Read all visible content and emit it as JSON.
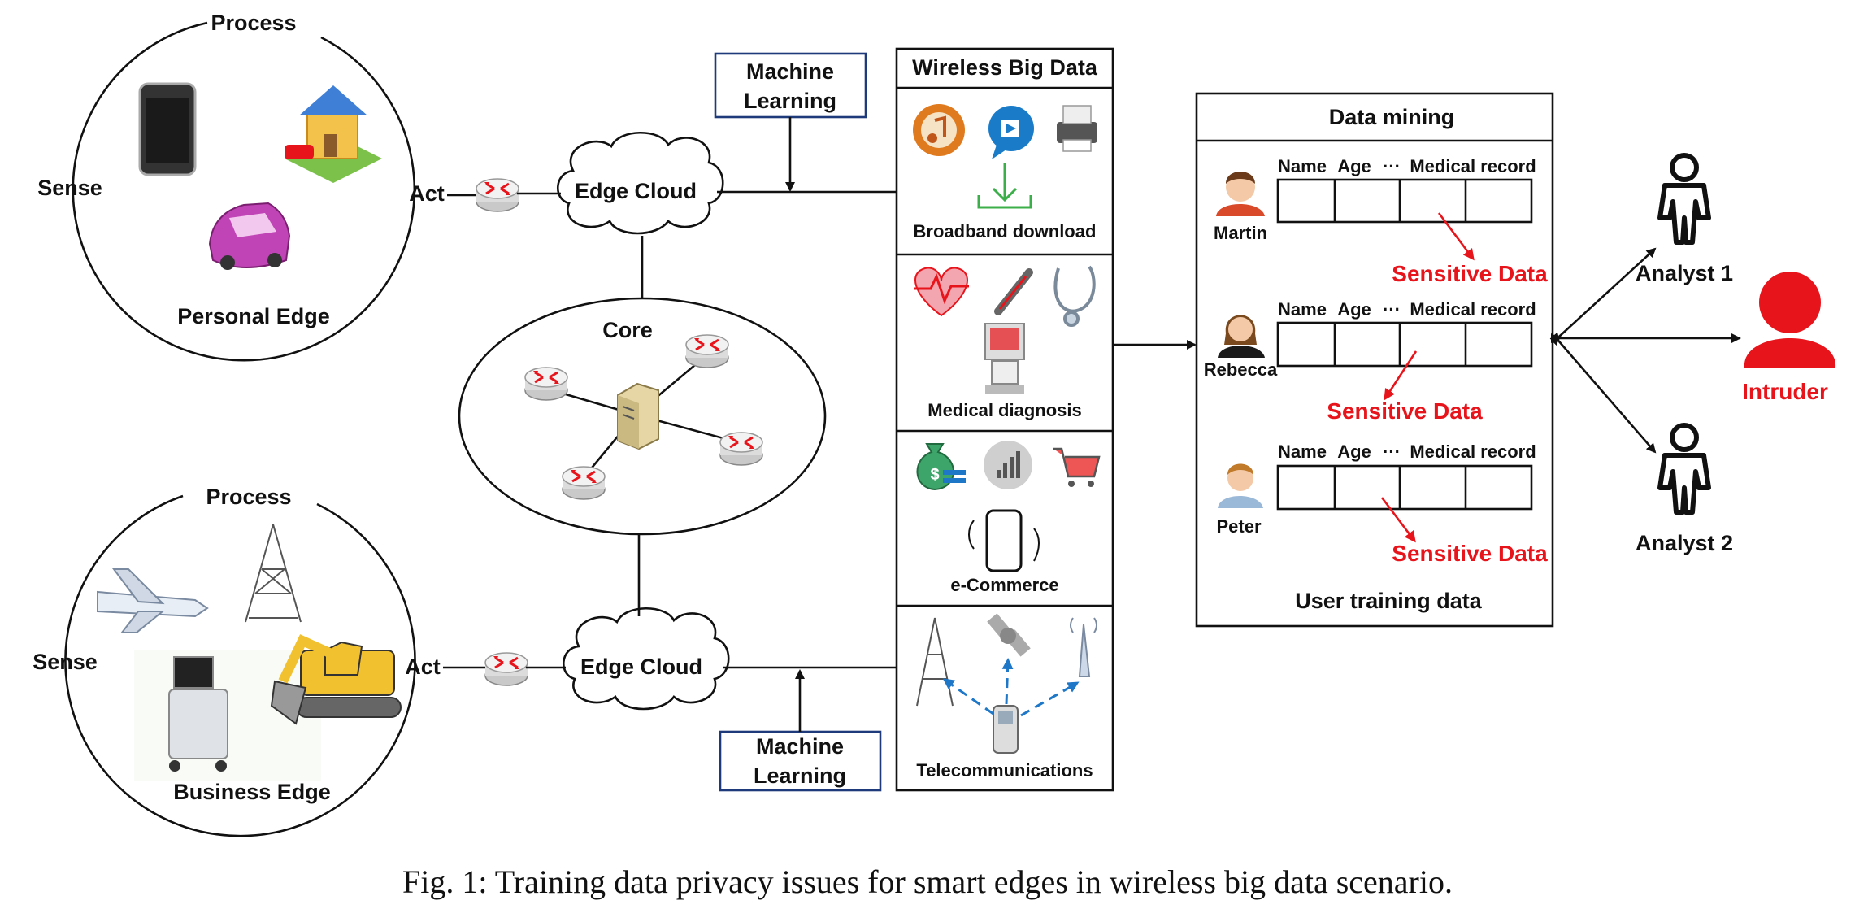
{
  "personal_edge": {
    "process": "Process",
    "sense": "Sense",
    "act": "Act",
    "name": "Personal Edge"
  },
  "business_edge": {
    "process": "Process",
    "sense": "Sense",
    "act": "Act",
    "name": "Business Edge"
  },
  "edge_cloud_top": "Edge Cloud",
  "edge_cloud_bottom": "Edge Cloud",
  "core": "Core",
  "ml_top": [
    "Machine",
    "Learning"
  ],
  "ml_bottom": [
    "Machine",
    "Learning"
  ],
  "wireless": {
    "title": "Wireless Big Data",
    "sections": [
      "Broadband download",
      "Medical diagnosis",
      "e-Commerce",
      "Telecommunications"
    ]
  },
  "mining": {
    "title": "Data mining",
    "columns": [
      "Name",
      "Age",
      "···",
      "Medical record"
    ],
    "users": [
      "Martin",
      "Rebecca",
      "Peter"
    ],
    "sensitive": "Sensitive Data",
    "footer": "User training data"
  },
  "actors": {
    "analyst1": "Analyst 1",
    "analyst2": "Analyst 2",
    "intruder": "Intruder"
  },
  "caption": "Fig. 1: Training data privacy issues for smart edges in wireless big data scenario.",
  "colors": {
    "sensitive": "#e8141b",
    "intruder": "#e8141b",
    "ml_box": "#1f3a7a",
    "telecom_arrow": "#1f77c8"
  }
}
